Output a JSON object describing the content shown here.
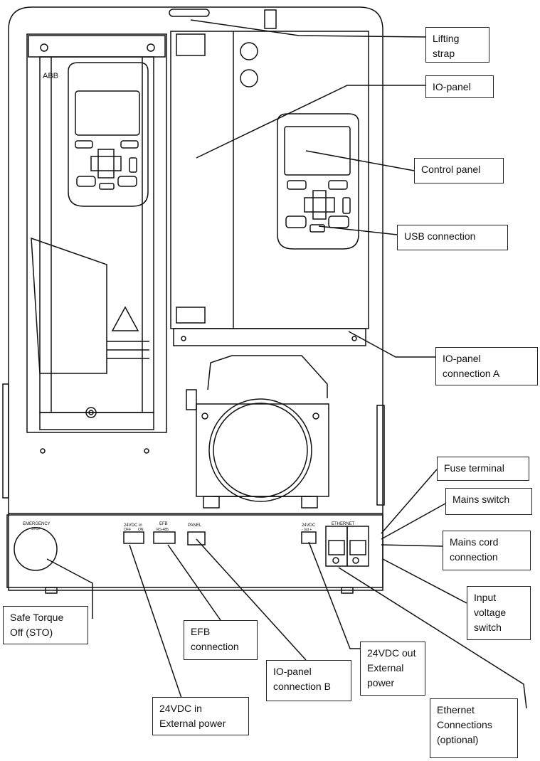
{
  "device": {
    "brand_logo": "ABB",
    "panel_labels": {
      "emergency": "EMERGENCY",
      "emergency_sub": "STOP",
      "v24_in": "24VDC in",
      "off": "OFF",
      "on": "ON",
      "efb": "EFB",
      "efb_sub": "RS-485",
      "panel": "PANEL",
      "v24_out": "24VDC",
      "v24_out_sub": "- out +",
      "ethernet": "ETHERNET"
    }
  },
  "callouts": {
    "lifting_strap": [
      "Lifting",
      "strap"
    ],
    "io_panel": [
      "IO-panel"
    ],
    "control_panel": [
      "Control panel"
    ],
    "usb_connection": [
      "USB connection"
    ],
    "io_panel_connection_a": [
      "IO-panel",
      "connection A"
    ],
    "fuse_terminal": [
      "Fuse terminal"
    ],
    "mains_switch": [
      "Mains switch"
    ],
    "mains_cord_connection": [
      "Mains cord",
      "connection"
    ],
    "input_voltage_switch": [
      "Input",
      "voltage",
      "switch"
    ],
    "safe_torque_off": [
      "Safe Torque",
      "Off (STO)"
    ],
    "efb_connection": [
      "EFB",
      "connection"
    ],
    "io_panel_connection_b": [
      "IO-panel",
      "connection B"
    ],
    "v24dc_out_external_power": [
      "24VDC out",
      "External",
      "power"
    ],
    "v24dc_in_external_power": [
      "24VDC in",
      "External power"
    ],
    "ethernet_connections": [
      "Ethernet",
      "Connections",
      "(optional)"
    ]
  }
}
